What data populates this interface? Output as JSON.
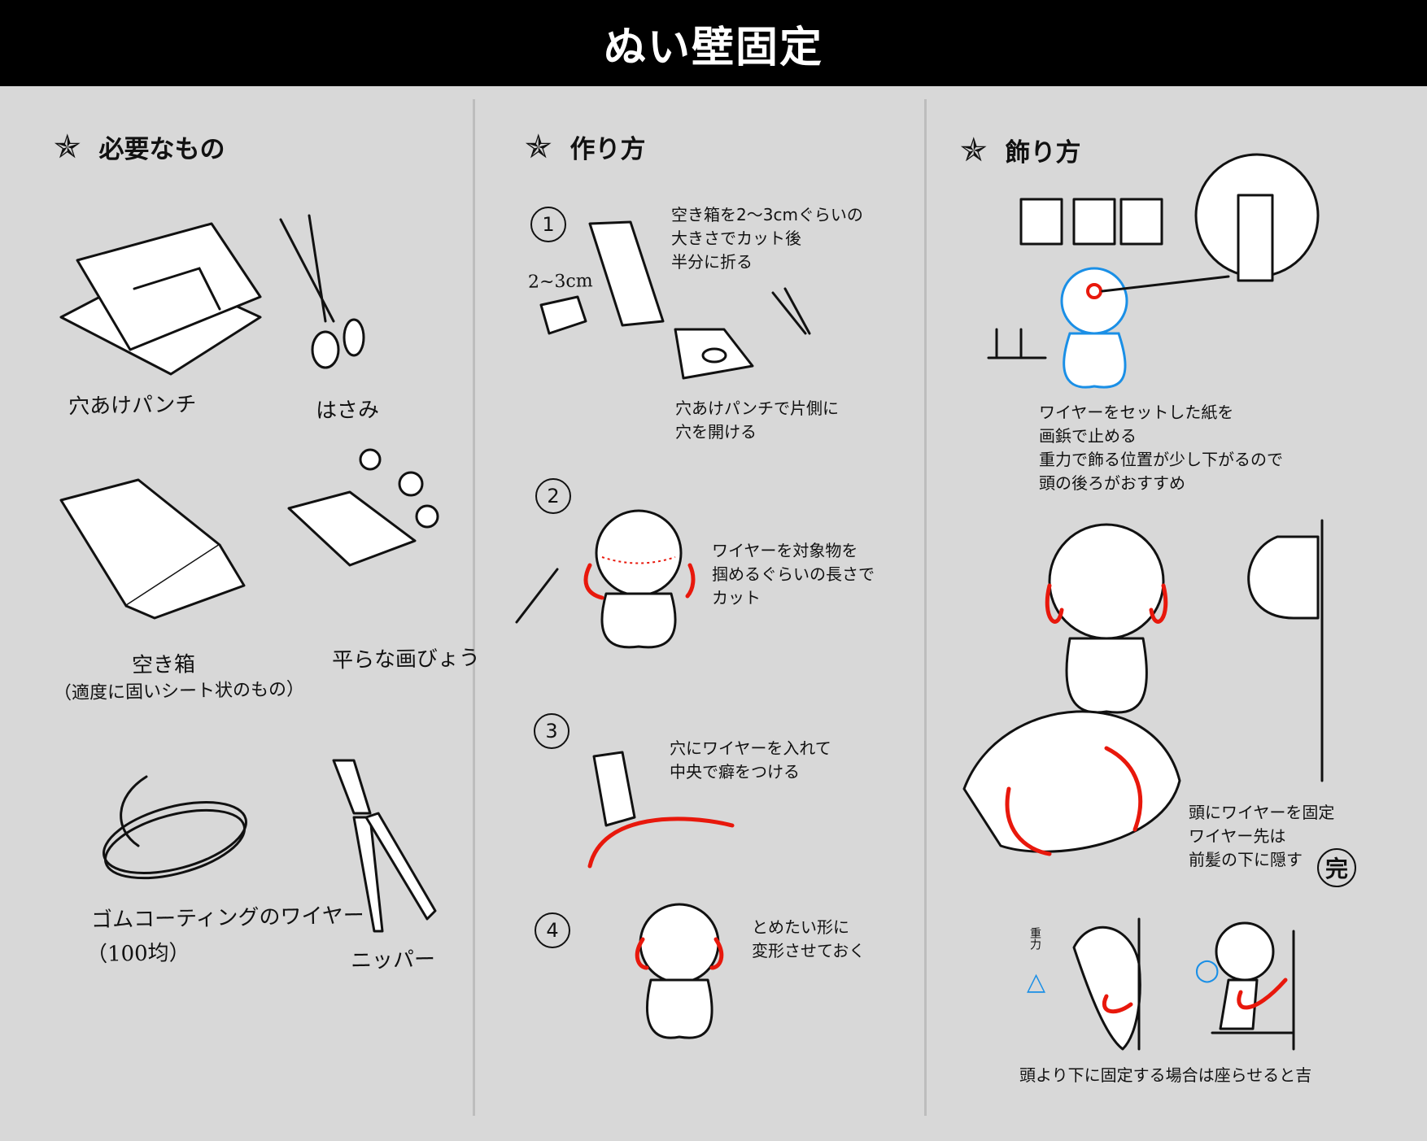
{
  "title": "ぬい壁固定",
  "sections": {
    "materials": {
      "heading": "必要なもの",
      "items": [
        {
          "label": "穴あけパンチ"
        },
        {
          "label": "はさみ"
        },
        {
          "label": "空き箱",
          "note": "（適度に固いシート状のもの）"
        },
        {
          "label": "平らな画びょう"
        },
        {
          "label": "ゴムコーティングのワイヤー",
          "note": "（100均）"
        },
        {
          "label": "ニッパー"
        }
      ]
    },
    "howto": {
      "heading": "作り方",
      "steps": [
        {
          "number": "1",
          "text": "空き箱を2〜3cmぐらいの\n大きさでカット後\n半分に折る",
          "size_label": "2~3cm",
          "text2": "穴あけパンチで片側に\n穴を開ける"
        },
        {
          "number": "2",
          "text": "ワイヤーを対象物を\n掴めるぐらいの長さで\nカット"
        },
        {
          "number": "3",
          "text": "穴にワイヤーを入れて\n中央で癖をつける"
        },
        {
          "number": "4",
          "text": "とめたい形に\n変形させておく"
        }
      ]
    },
    "display": {
      "heading": "飾り方",
      "text1": "ワイヤーをセットした紙を\n画鋲で止める\n重力で飾る位置が少し下がるので\n頭の後ろがおすすめ",
      "text2": "頭にワイヤーを固定\nワイヤー先は\n前髪の下に隠す",
      "done_mark": "完",
      "gravity_label": "重力",
      "bad_mark": "△",
      "good_mark": "○",
      "text3": "頭より下に固定する場合は座らせると吉"
    }
  },
  "colors": {
    "header_bg": "#000000",
    "background": "#d8d8d8",
    "wire_red": "#e8180c",
    "accent_blue": "#1a8fe6"
  }
}
